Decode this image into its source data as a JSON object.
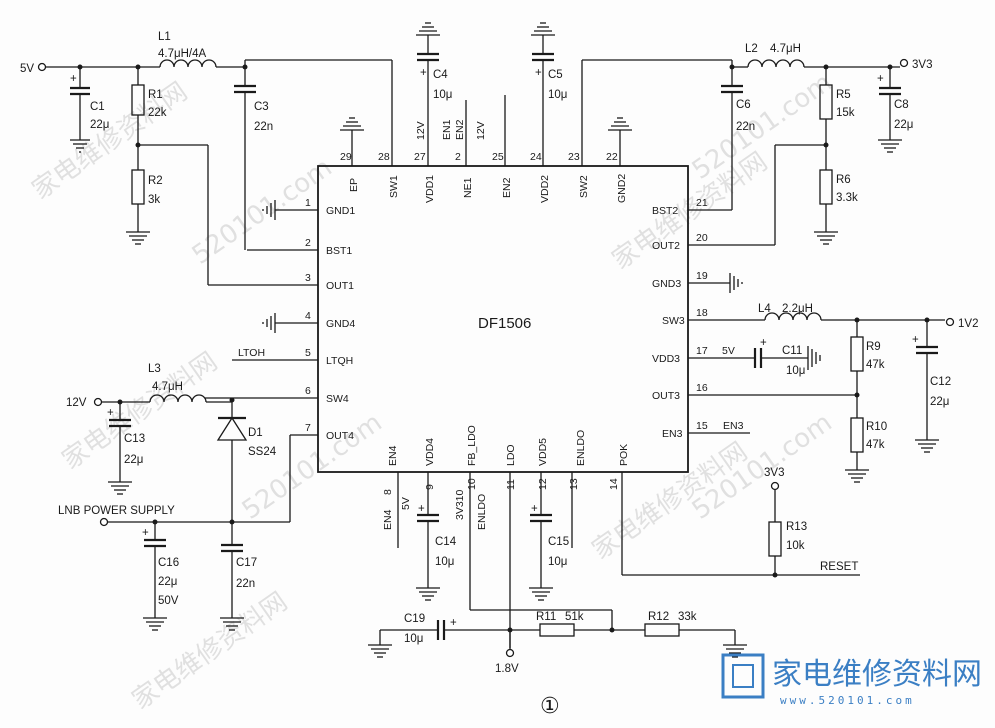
{
  "chip": {
    "name": "DF1506"
  },
  "pins": {
    "top": [
      {
        "num": "29",
        "name": "EP"
      },
      {
        "num": "28",
        "name": "SW1"
      },
      {
        "num": "27",
        "name": "VDD1"
      },
      {
        "num": "2",
        "name": "NE1"
      },
      {
        "num": "25",
        "name": "EN2"
      },
      {
        "num": "24",
        "name": "VDD2"
      },
      {
        "num": "23",
        "name": "SW2"
      },
      {
        "num": "22",
        "name": "GND2"
      }
    ],
    "left": [
      {
        "num": "1",
        "name": "GND1"
      },
      {
        "num": "2",
        "name": "BST1"
      },
      {
        "num": "3",
        "name": "OUT1"
      },
      {
        "num": "4",
        "name": "GND4"
      },
      {
        "num": "5",
        "name": "LTQH"
      },
      {
        "num": "6",
        "name": "SW4"
      },
      {
        "num": "7",
        "name": "OUT4"
      }
    ],
    "right": [
      {
        "num": "21",
        "name": "BST2"
      },
      {
        "num": "20",
        "name": "OUT2"
      },
      {
        "num": "19",
        "name": "GND3"
      },
      {
        "num": "18",
        "name": "SW3"
      },
      {
        "num": "17",
        "name": "VDD3"
      },
      {
        "num": "16",
        "name": "OUT3"
      },
      {
        "num": "15",
        "name": "EN3"
      }
    ],
    "bottom": [
      {
        "num": "8",
        "name": "EN4"
      },
      {
        "num": "9",
        "name": "VDD4"
      },
      {
        "num": "10",
        "name": "FB_LDO"
      },
      {
        "num": "11",
        "name": "LDO"
      },
      {
        "num": "12",
        "name": "VDD5"
      },
      {
        "num": "13",
        "name": "ENLDO"
      },
      {
        "num": "14",
        "name": "POK"
      }
    ]
  },
  "nets": {
    "v5": "5V",
    "v3v3": "3V3",
    "v12": "12V",
    "v1v2": "1V2",
    "v1v8": "1.8V",
    "lnb": "LNB POWER SUPPLY",
    "reset": "RESET",
    "ltoh": "LTOH",
    "en1": "EN1",
    "en2": "EN2",
    "en3": "EN3",
    "en4": "EN4",
    "enldo": "ENLDO",
    "vdd1_12v": "12V",
    "en2_12v": "12V",
    "vdd3_5v": "5V",
    "vdd4_5v": "5V",
    "fb_3v310": "3V310",
    "pok_3v3": "3V3"
  },
  "parts": {
    "L1": {
      "ref": "L1",
      "value": "4.7μH/4A"
    },
    "L2": {
      "ref": "L2",
      "value": "4.7μH"
    },
    "L3": {
      "ref": "L3",
      "value": "4.7μH"
    },
    "L4": {
      "ref": "L4",
      "value": "2.2μH"
    },
    "C1": {
      "ref": "C1",
      "value": "22μ"
    },
    "C3": {
      "ref": "C3",
      "value": "22n"
    },
    "C4": {
      "ref": "C4",
      "value": "10μ"
    },
    "C5": {
      "ref": "C5",
      "value": "10μ"
    },
    "C6": {
      "ref": "C6",
      "value": "22n"
    },
    "C8": {
      "ref": "C8",
      "value": "22μ"
    },
    "C11": {
      "ref": "C11",
      "value": "10μ"
    },
    "C12": {
      "ref": "C12",
      "value": "22μ"
    },
    "C13": {
      "ref": "C13",
      "value": "22μ"
    },
    "C14": {
      "ref": "C14",
      "value": "10μ"
    },
    "C15": {
      "ref": "C15",
      "value": "10μ"
    },
    "C16": {
      "ref": "C16",
      "value": "22μ",
      "rating": "50V"
    },
    "C17": {
      "ref": "C17",
      "value": "22n"
    },
    "C19": {
      "ref": "C19",
      "value": "10μ"
    },
    "R1": {
      "ref": "R1",
      "value": "22k"
    },
    "R2": {
      "ref": "R2",
      "value": "3k"
    },
    "R5": {
      "ref": "R5",
      "value": "15k"
    },
    "R6": {
      "ref": "R6",
      "value": "3.3k"
    },
    "R9": {
      "ref": "R9",
      "value": "47k"
    },
    "R10": {
      "ref": "R10",
      "value": "47k"
    },
    "R11": {
      "ref": "R11",
      "value": "51k"
    },
    "R12": {
      "ref": "R12",
      "value": "33k"
    },
    "R13": {
      "ref": "R13",
      "value": "10k"
    },
    "D1": {
      "ref": "D1",
      "value": "SS24"
    }
  },
  "figure_number": "①",
  "watermark": {
    "url": "520101.com",
    "cn": "家电维修资料网"
  },
  "brand": {
    "cn": "家电维修资料网",
    "url": "www.520101.com"
  }
}
